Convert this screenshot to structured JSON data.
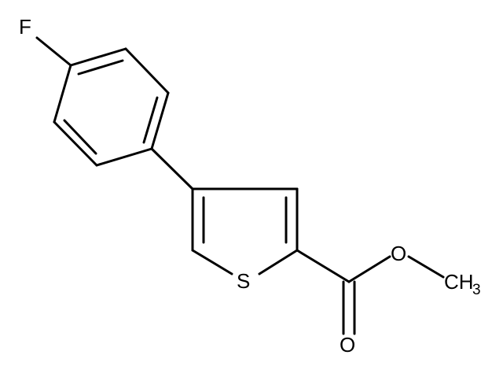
{
  "molecule": {
    "atoms": {
      "fluorine": "F",
      "sulfur": "S",
      "ester_oxygen": "O",
      "carbonyl_oxygen": "O",
      "methyl_carbon": "CH",
      "methyl_subscript": "3"
    }
  },
  "colors": {
    "ink": "#000000",
    "background": "#ffffff"
  }
}
